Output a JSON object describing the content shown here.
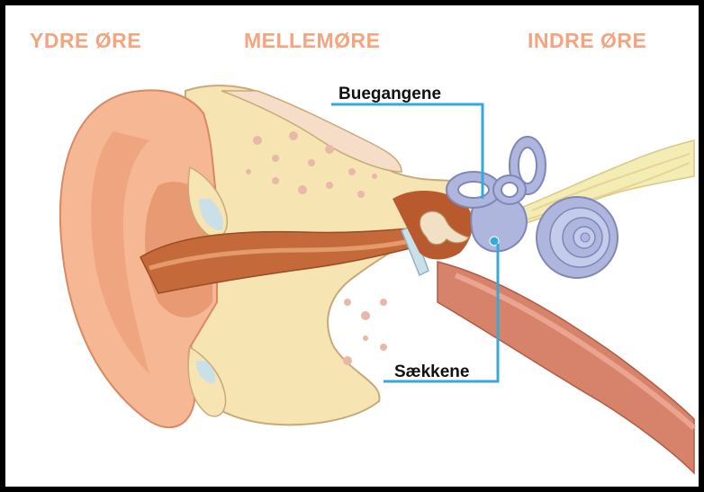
{
  "sections": {
    "outer": "YDRE ØRE",
    "middle": "MELLEMØRE",
    "inner": "INDRE ØRE"
  },
  "callouts": {
    "semicircular_canals": "Buegangene",
    "sacs": "Sækkene"
  },
  "colors": {
    "section_label": "#f4a47e",
    "leader_line": "#36a9d8",
    "skin": "#f6b894",
    "canal": "#c46a3a",
    "bone": "#f7e4b3",
    "inner_ear": "#aeb6de",
    "nerve": "#f3ecb4",
    "frame": "#000000"
  }
}
